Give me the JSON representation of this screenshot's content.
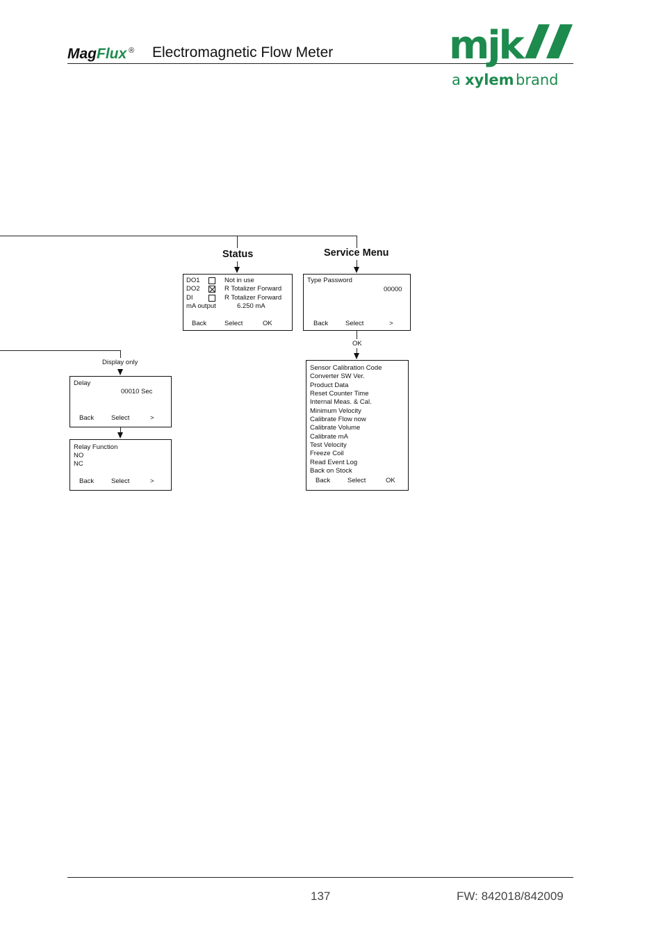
{
  "header": {
    "brand_part1": "Mag",
    "brand_part2": "Flux",
    "brand_mark": "®",
    "title": "Electromagnetic Flow Meter",
    "logo": {
      "wordmark": "mjk",
      "tagline_prefix": "a",
      "tagline_brand": "xylem",
      "tagline_suffix": "brand",
      "color": "#1d8a4e"
    }
  },
  "sections": {
    "status_label": "Status",
    "service_label": "Service Menu",
    "display_only_label": "Display only",
    "ok_label": "OK"
  },
  "status_screen": {
    "rows": [
      {
        "name": "DO1",
        "checked": false,
        "value": "Not in use"
      },
      {
        "name": "DO2",
        "checked": true,
        "value": "R Totalizer Forward"
      },
      {
        "name": "DI",
        "checked": false,
        "value": "R Totalizer Forward"
      }
    ],
    "ma_label": "mA output",
    "ma_value": "6.250 mA",
    "buttons": {
      "back": "Back",
      "select": "Select",
      "right": "OK"
    }
  },
  "password_screen": {
    "title": "Type Password",
    "value": "00000",
    "buttons": {
      "back": "Back",
      "select": "Select",
      "right": ">"
    }
  },
  "service_screen": {
    "items": [
      "Sensor Calibration Code",
      "Converter SW Ver.",
      "Product Data",
      "Reset Counter Time",
      "Internal Meas. & Cal.",
      "Minimum Velocity",
      "Calibrate Flow now",
      "Calibrate Volume",
      "Calibrate mA",
      "Test Velocity",
      "Freeze Coil",
      "Read Event Log",
      "Back on Stock"
    ],
    "buttons": {
      "back": "Back",
      "select": "Select",
      "right": "OK"
    }
  },
  "delay_screen": {
    "title": "Delay",
    "value": "00010 Sec",
    "buttons": {
      "back": "Back",
      "select": "Select",
      "right": ">"
    }
  },
  "relay_screen": {
    "title": "Relay Function",
    "options": [
      "NO",
      "NC"
    ],
    "buttons": {
      "back": "Back",
      "select": "Select",
      "right": ">"
    }
  },
  "footer": {
    "page_number": "137",
    "firmware": "FW:  842018/842009"
  }
}
